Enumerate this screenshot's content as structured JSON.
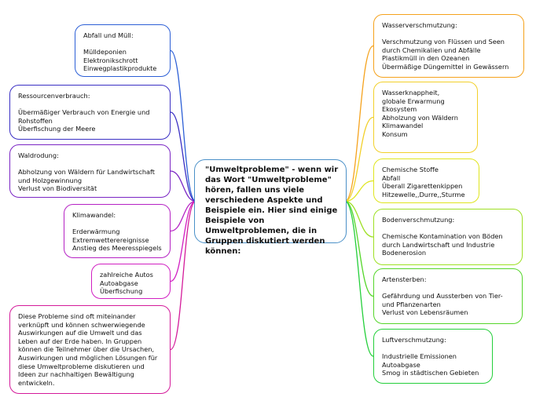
{
  "center": "\"Umweltprobleme\" - wenn wir das Wort \"Umweltprobleme\" hören, fallen uns viele verschiedene Aspekte und Beispiele ein. Hier sind einige Beispiele von Umweltproblemen, die in Gruppen diskutiert werden können:",
  "nodes": {
    "abfall": "Abfall und Müll:\n\nMülldeponien\nElektronikschrott\nEinwegplastikprodukte",
    "ressourcen": "Ressourcenverbrauch:\n\nÜbermäßiger Verbrauch von Energie und Rohstoffen\nÜberfischung der Meere",
    "waldrodung": "Waldrodung:\n\nAbholzung von Wäldern für Landwirtschaft und Holzgewinnung\nVerlust von Biodiversität",
    "klima": "Klimawandel:\n\nErderwärmung\nExtremwetterereignisse\nAnstieg des Meeresspiegels",
    "autos": "zahlreiche Autos\nAutoabgase\nÜberfischung",
    "fazit": "Diese Probleme sind oft miteinander verknüpft und können schwerwiegende Auswirkungen auf die Umwelt und das Leben auf der Erde haben. In Gruppen können die Teilnehmer über die Ursachen, Auswirkungen und möglichen Lösungen für diese Umweltprobleme diskutieren und Ideen zur nachhaltigen Bewältigung entwickeln.",
    "wasserverschmutzung": "Wasserverschmutzung:\n\nVerschmutzung von Flüssen und Seen durch Chemikalien und Abfälle\nPlastikmüll in den Ozeanen\nÜbermäßige Düngemittel in Gewässern",
    "wasserknappheit": "Wasserknappheit,\nglobale Erwarmung\nEkosystem\nAbholzung von Wäldern\nKlimawandel\nKonsum",
    "chemische": "Chemische Stoffe\nAbfall\nÜberall Zigarettenkippen\nHitzewelle,,Durre,,Sturme",
    "boden": "Bodenverschmutzung:\n\nChemische Kontamination von Böden durch Landwirtschaft und Industrie\nBodenerosion",
    "arten": "Artensterben:\n\nGefährdung und Aussterben von Tier- und Pflanzenarten\nVerlust von Lebensräumen",
    "luft": "Luftverschmutzung:\n\nIndustrielle Emissionen\nAutoabgase\nSmog in städtischen Gebieten"
  },
  "colors": {
    "center": "#4a90c8",
    "abfall": "#2c5fd6",
    "ressourcen": "#3a2fc4",
    "waldrodung": "#7a25c4",
    "klima": "#b522c4",
    "autos": "#d11fc2",
    "fazit": "#d41a9a",
    "wasserverschmutzung": "#f5a21c",
    "wasserknappheit": "#f2d02a",
    "chemische": "#dfe51e",
    "boden": "#9ee024",
    "arten": "#55d62a",
    "luft": "#24cf3a"
  }
}
